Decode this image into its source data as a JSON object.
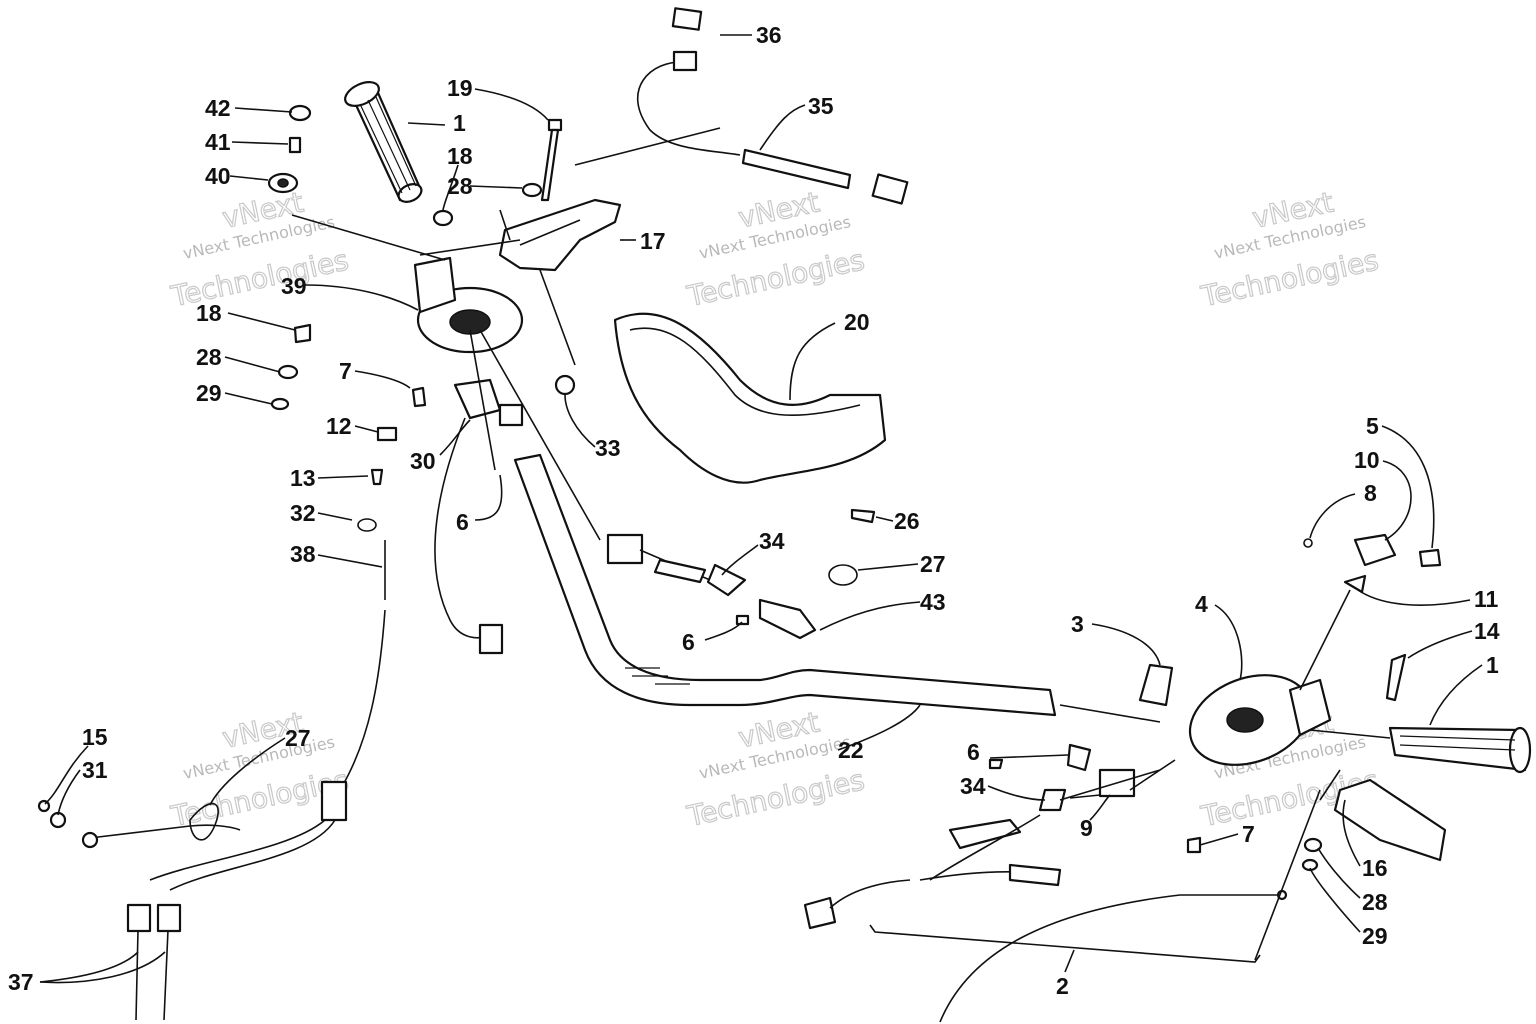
{
  "watermark": {
    "brand": "vNext",
    "line": "vNext Technologies",
    "word": "Technologies"
  },
  "callouts": [
    {
      "id": "c42",
      "text": "42"
    },
    {
      "id": "c41",
      "text": "41"
    },
    {
      "id": "c40",
      "text": "40"
    },
    {
      "id": "c1a",
      "text": "1"
    },
    {
      "id": "c19",
      "text": "19"
    },
    {
      "id": "c18a",
      "text": "18"
    },
    {
      "id": "c28a",
      "text": "28"
    },
    {
      "id": "c17",
      "text": "17"
    },
    {
      "id": "c36",
      "text": "36"
    },
    {
      "id": "c35",
      "text": "35"
    },
    {
      "id": "c39",
      "text": "39"
    },
    {
      "id": "c18b",
      "text": "18"
    },
    {
      "id": "c28b",
      "text": "28"
    },
    {
      "id": "c29a",
      "text": "29"
    },
    {
      "id": "c7a",
      "text": "7"
    },
    {
      "id": "c12",
      "text": "12"
    },
    {
      "id": "c13",
      "text": "13"
    },
    {
      "id": "c30",
      "text": "30"
    },
    {
      "id": "c33",
      "text": "33"
    },
    {
      "id": "c20",
      "text": "20"
    },
    {
      "id": "c6a",
      "text": "6"
    },
    {
      "id": "c32",
      "text": "32"
    },
    {
      "id": "c38",
      "text": "38"
    },
    {
      "id": "c26",
      "text": "26"
    },
    {
      "id": "c34a",
      "text": "34"
    },
    {
      "id": "c27a",
      "text": "27"
    },
    {
      "id": "c43",
      "text": "43"
    },
    {
      "id": "c6b",
      "text": "6"
    },
    {
      "id": "c5",
      "text": "5"
    },
    {
      "id": "c10",
      "text": "10"
    },
    {
      "id": "c8",
      "text": "8"
    },
    {
      "id": "c11",
      "text": "11"
    },
    {
      "id": "c14",
      "text": "14"
    },
    {
      "id": "c1b",
      "text": "1"
    },
    {
      "id": "c3",
      "text": "3"
    },
    {
      "id": "c4",
      "text": "4"
    },
    {
      "id": "c15",
      "text": "15"
    },
    {
      "id": "c31",
      "text": "31"
    },
    {
      "id": "c27b",
      "text": "27"
    },
    {
      "id": "c22",
      "text": "22"
    },
    {
      "id": "c6c",
      "text": "6"
    },
    {
      "id": "c34b",
      "text": "34"
    },
    {
      "id": "c9",
      "text": "9"
    },
    {
      "id": "c7b",
      "text": "7"
    },
    {
      "id": "c16",
      "text": "16"
    },
    {
      "id": "c28c",
      "text": "28"
    },
    {
      "id": "c29b",
      "text": "29"
    },
    {
      "id": "c2",
      "text": "2"
    },
    {
      "id": "c37",
      "text": "37"
    }
  ]
}
